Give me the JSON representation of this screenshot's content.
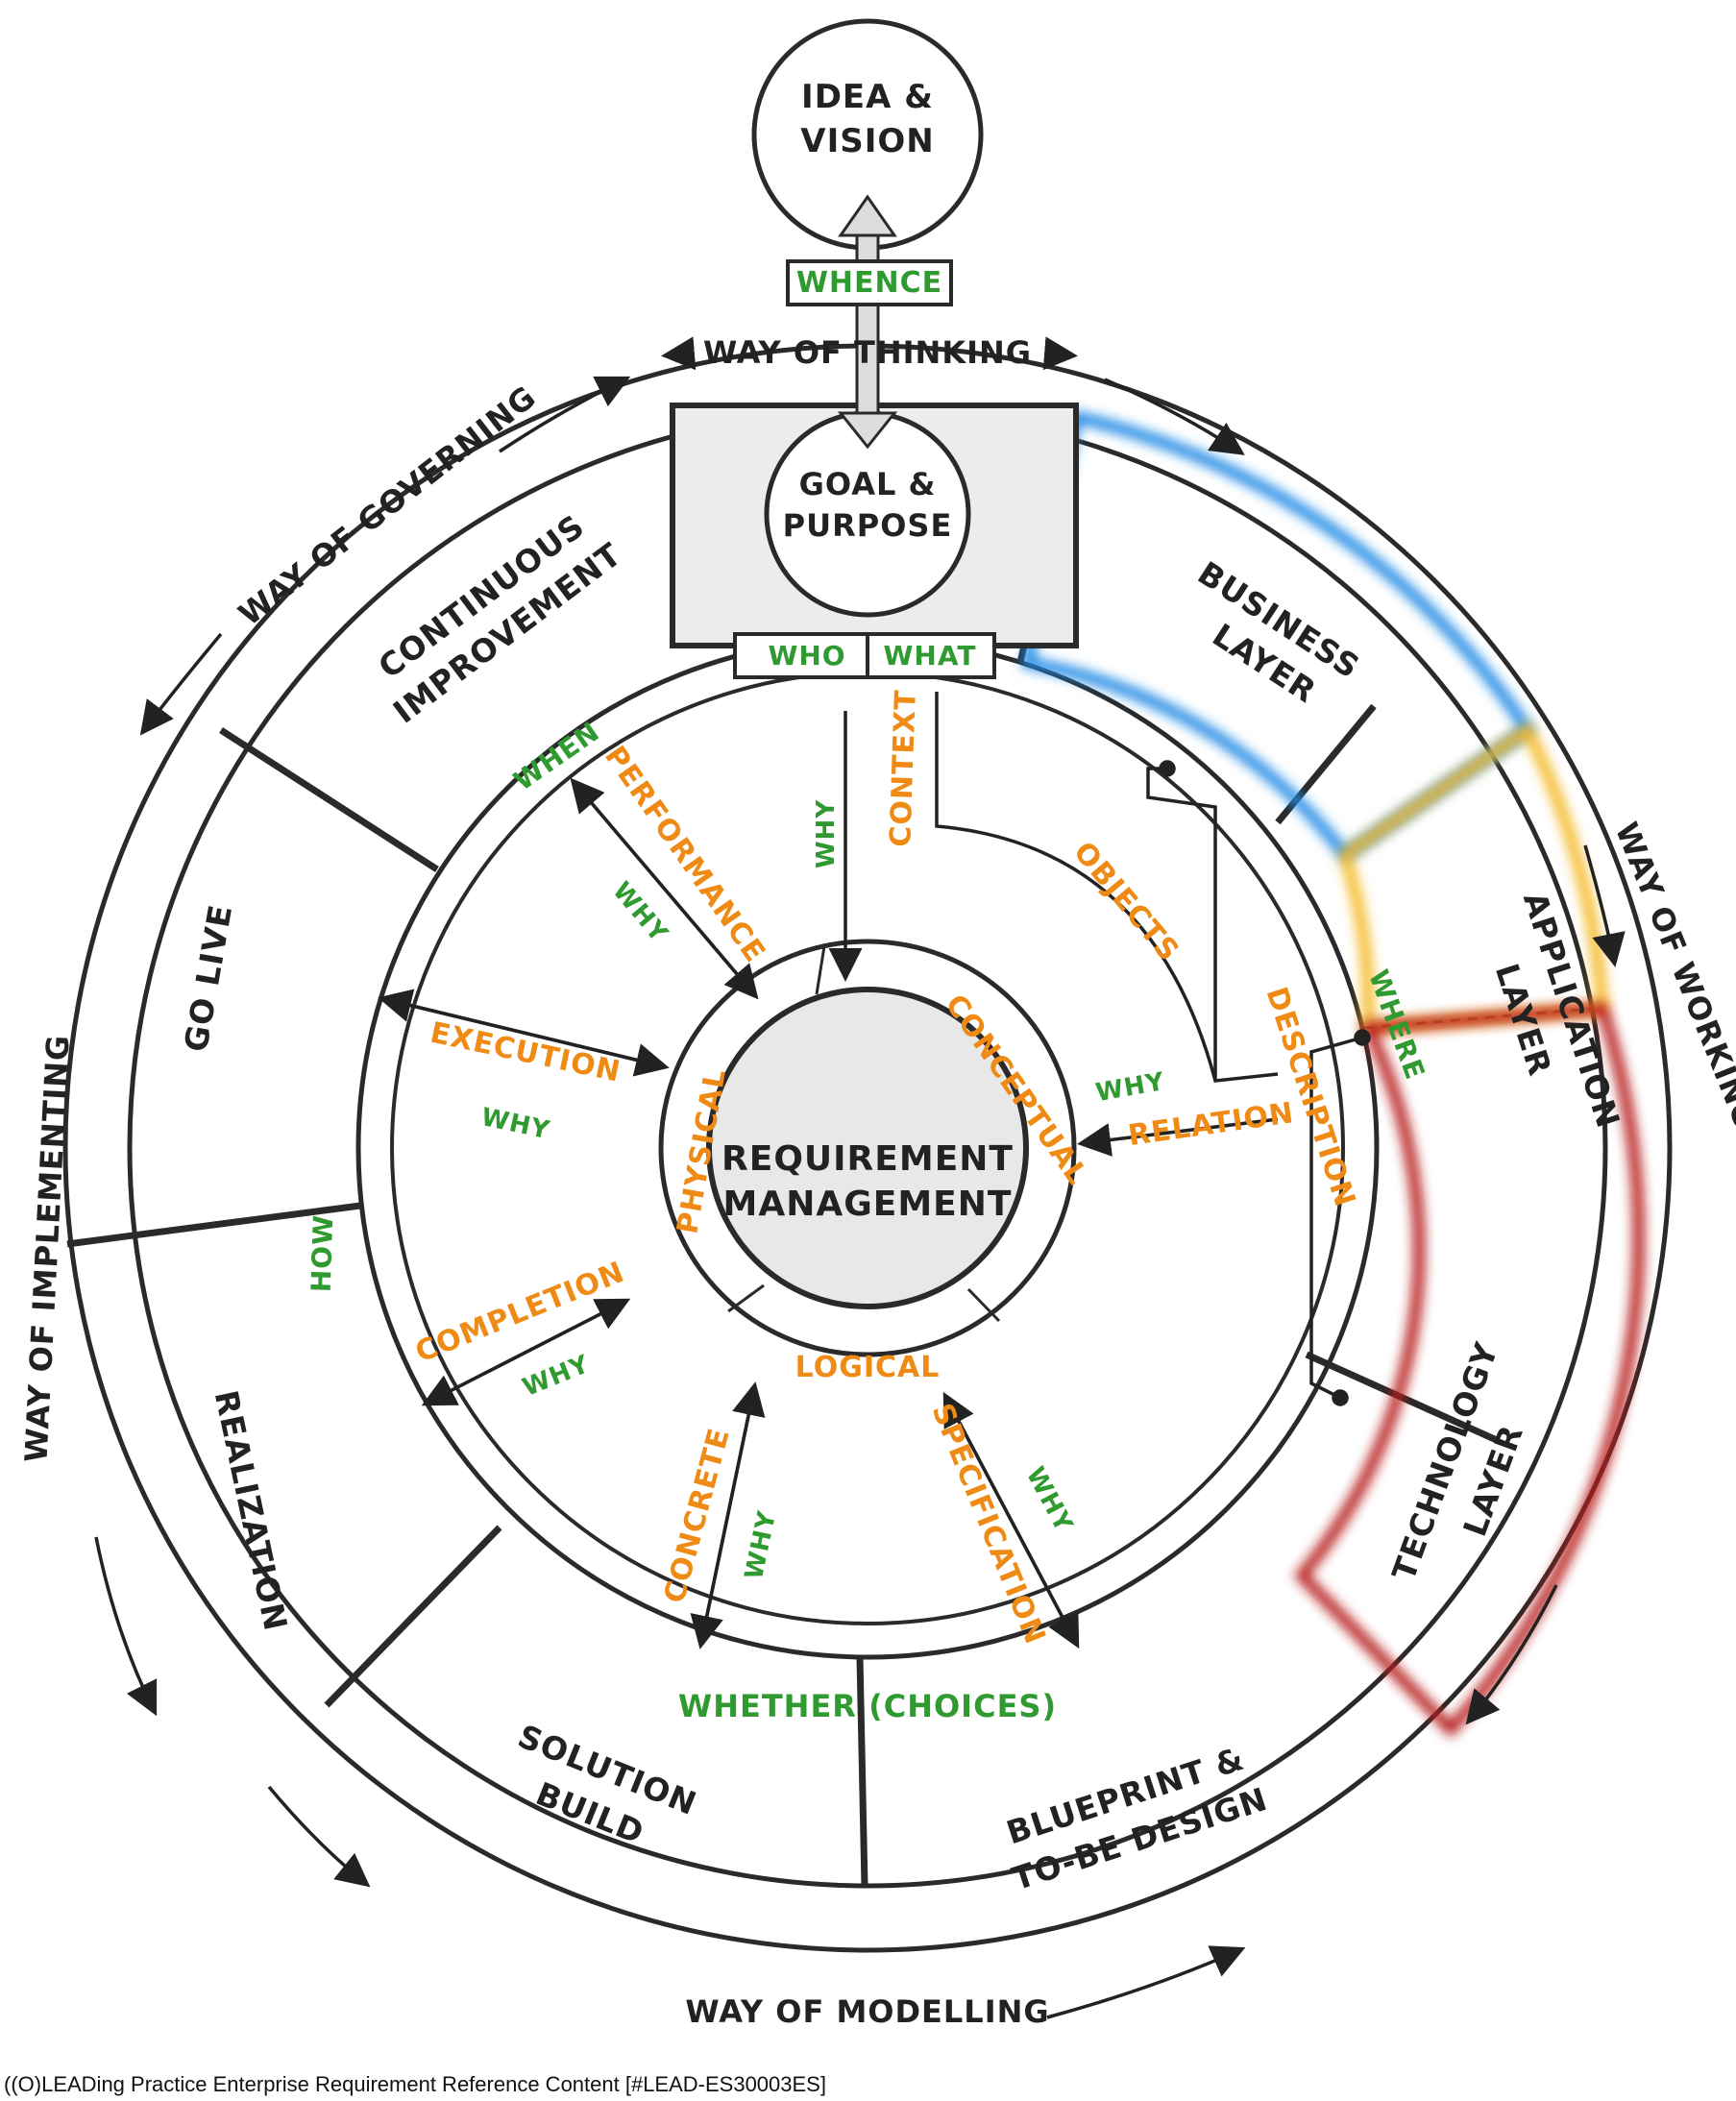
{
  "colors": {
    "business": "#1e88e5",
    "application": "#f5b823",
    "technology": "#b71c1c",
    "green_text": "#2f9a2f",
    "orange_text": "#ef8a14",
    "segment_fill": "#ececec"
  },
  "center": {
    "line1": "REQUIREMENT",
    "line2": "MANAGEMENT"
  },
  "top": {
    "idea_line1": "IDEA &",
    "idea_line2": "VISION",
    "whence": "WHENCE",
    "way_of_thinking": "WAY OF THINKING",
    "goal_line1": "GOAL &",
    "goal_line2": "PURPOSE"
  },
  "ways": {
    "governing": "WAY OF GOVERNING",
    "working": "WAY OF WORKING",
    "modelling": "WAY OF MODELLING",
    "implementing": "WAY OF IMPLEMENTING"
  },
  "segments": {
    "continuous_line1": "CONTINUOUS",
    "continuous_line2": "IMPROVEMENT",
    "go_live": "GO LIVE",
    "realization": "REALIZATION",
    "solution_line1": "SOLUTION",
    "solution_line2": "BUILD",
    "blueprint_line1": "BLUEPRINT &",
    "blueprint_line2": "TO-BE DESIGN",
    "business_line1": "BUSINESS",
    "business_line2": "LAYER",
    "application_line1": "APPLICATION",
    "application_line2": "LAYER",
    "technology_line1": "TECHNOLOGY",
    "technology_line2": "LAYER"
  },
  "questions": {
    "who": "WHO",
    "what": "WHAT",
    "when": "WHEN",
    "where": "WHERE",
    "how": "HOW",
    "whether": "WHETHER (CHOICES)",
    "why": "WHY"
  },
  "levels": {
    "physical": "PHYSICAL",
    "conceptual": "CONCEPTUAL",
    "logical": "LOGICAL"
  },
  "relations": {
    "context": "CONTEXT",
    "performance": "PERFORMANCE",
    "objects": "OBJECTS",
    "description": "DESCRIPTION",
    "relation": "RELATION",
    "execution": "EXECUTION",
    "completion": "COMPLETION",
    "concrete": "CONCRETE",
    "specification": "SPECIFICATION"
  },
  "footer": "((O)LEADing Practice Enterprise Requirement Reference Content [#LEAD-ES30003ES]"
}
